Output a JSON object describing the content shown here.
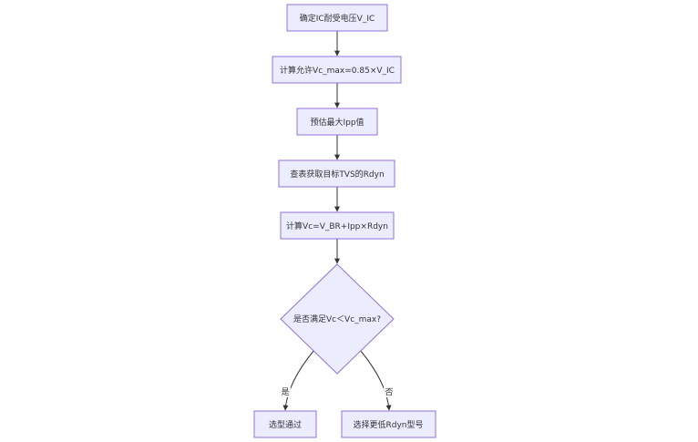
{
  "flowchart": {
    "steps": {
      "determine_voltage": "确定IC耐受电压V_IC",
      "compute_vc_max": "计算允许Vc_max=0.85×V_IC",
      "estimate_ipp": "预估最大Ipp值",
      "lookup_rdyn": "查表获取目标TVS的Rdyn",
      "compute_vc": "计算Vc=V_BR+Ipp×Rdyn",
      "decision": "是否满足Vc＜Vc_max?",
      "pass": "选型通过",
      "choose_lower": "选择更低Rdyn型号"
    },
    "edge_labels": {
      "yes": "是",
      "no": "否"
    }
  },
  "colors": {
    "node_fill": "#ECECFF",
    "node_stroke": "#9370DB",
    "edge": "#333333",
    "text": "#333333"
  }
}
